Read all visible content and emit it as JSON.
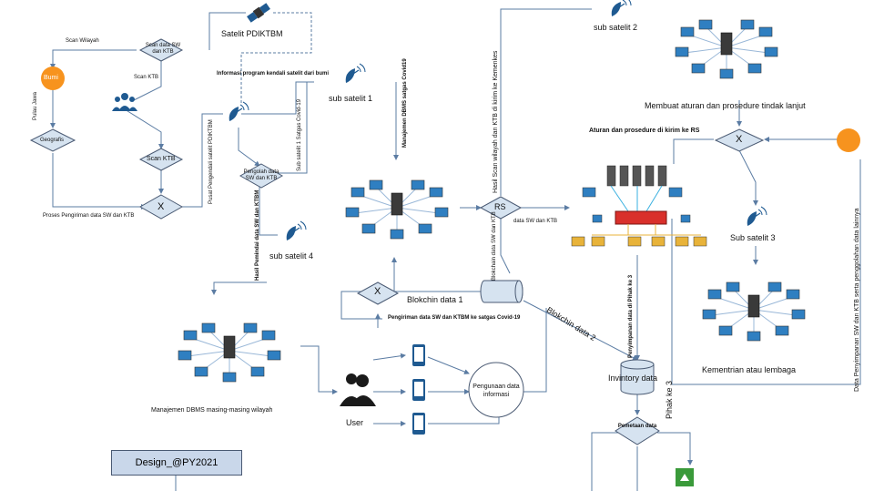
{
  "labels": {
    "satelit": "Satelit PDIKTBM",
    "scan_wilayah": "Scan Wilayah",
    "scan_data_sw": "Scan data SW dan KTB",
    "scan_ktb_small": "Scan KTB",
    "bumi": "Bumi",
    "pulau_jawa": "Pulau Jawa",
    "geografis": "Geografis",
    "scan_ktb": "Scan KTB",
    "x": "X",
    "proses_pengiriman": "Proses Pengiriman data SW dan KTB",
    "pusat_pengendali": "Pusat Pengendali satelit PDIKTBM",
    "informasi_program": "Informasi program kendali satelit dari bumi",
    "sub_satelit_1": "sub satelit 1",
    "sub_satelit_1_vert": "Sub satelit 1 Satgas Covid-19",
    "manajemen_dbms_vert": "Manajemen DBMS satgas Covid19",
    "pengolah_data": "Pengolah data SW dan KTB",
    "hasil_pemindai": "Hasil Pemindai data SW dan KTBM",
    "sub_satelit_4": "sub satelit 4",
    "hasil_scan_vert": "Hasil Scan wilayah dan KTB di kirim ke Kemenkes",
    "sub_satelit_2": "sub satelit 2",
    "rs": "RS",
    "data_sw_ktb": "data SW dan KTB",
    "membuat_aturan": "Membuat aturan dan prosedure tindak lanjut",
    "aturan_dikirim": "Aturan dan prosedure di kirim ke RS",
    "sub_satelit_3": "Sub satelit 3",
    "kementrian": "Kementrian atau lembaga",
    "data_penyimpanan_vert": "Data Penyimpanan SW dan KTB serta penggolahan data lainnya",
    "blockchain_1": "Blokchin data 1",
    "blockchain_2": "Blokchin data 2",
    "blockchain_small_vert": "Blokchain data SW dan KTB",
    "pengiriman_satgas": "Pengiriman data SW dan KTBM ke satgas Covid-19",
    "manajemen_dbms_wilayah": "Manajemen DBMS masing-masing wilayah",
    "user": "User",
    "penggunaan": "Pengunaan data informasi",
    "penyimpanan_vert": "Penyimpanan data di Pihak ke 3",
    "inventory": "Invintory data",
    "pihak_ke_3": "Pihak ke 3",
    "pemetaan": "Pemetaan data",
    "design": "Design_@PY2021"
  },
  "colors": {
    "diamond_fill": "#d6e3f0",
    "diamond_stroke": "#4a5a73",
    "arrow": "#5b7ca3",
    "orange": "#f7931e",
    "green": "#3a9a3a",
    "dark": "#1a1a1a"
  },
  "icons": [
    "satellite-icon",
    "dish-antenna-icon",
    "network-cluster-icon",
    "server-rack-icon",
    "smartphone-icon",
    "users-icon",
    "user-icon",
    "database-cylinder-icon",
    "green-shape-icon"
  ]
}
